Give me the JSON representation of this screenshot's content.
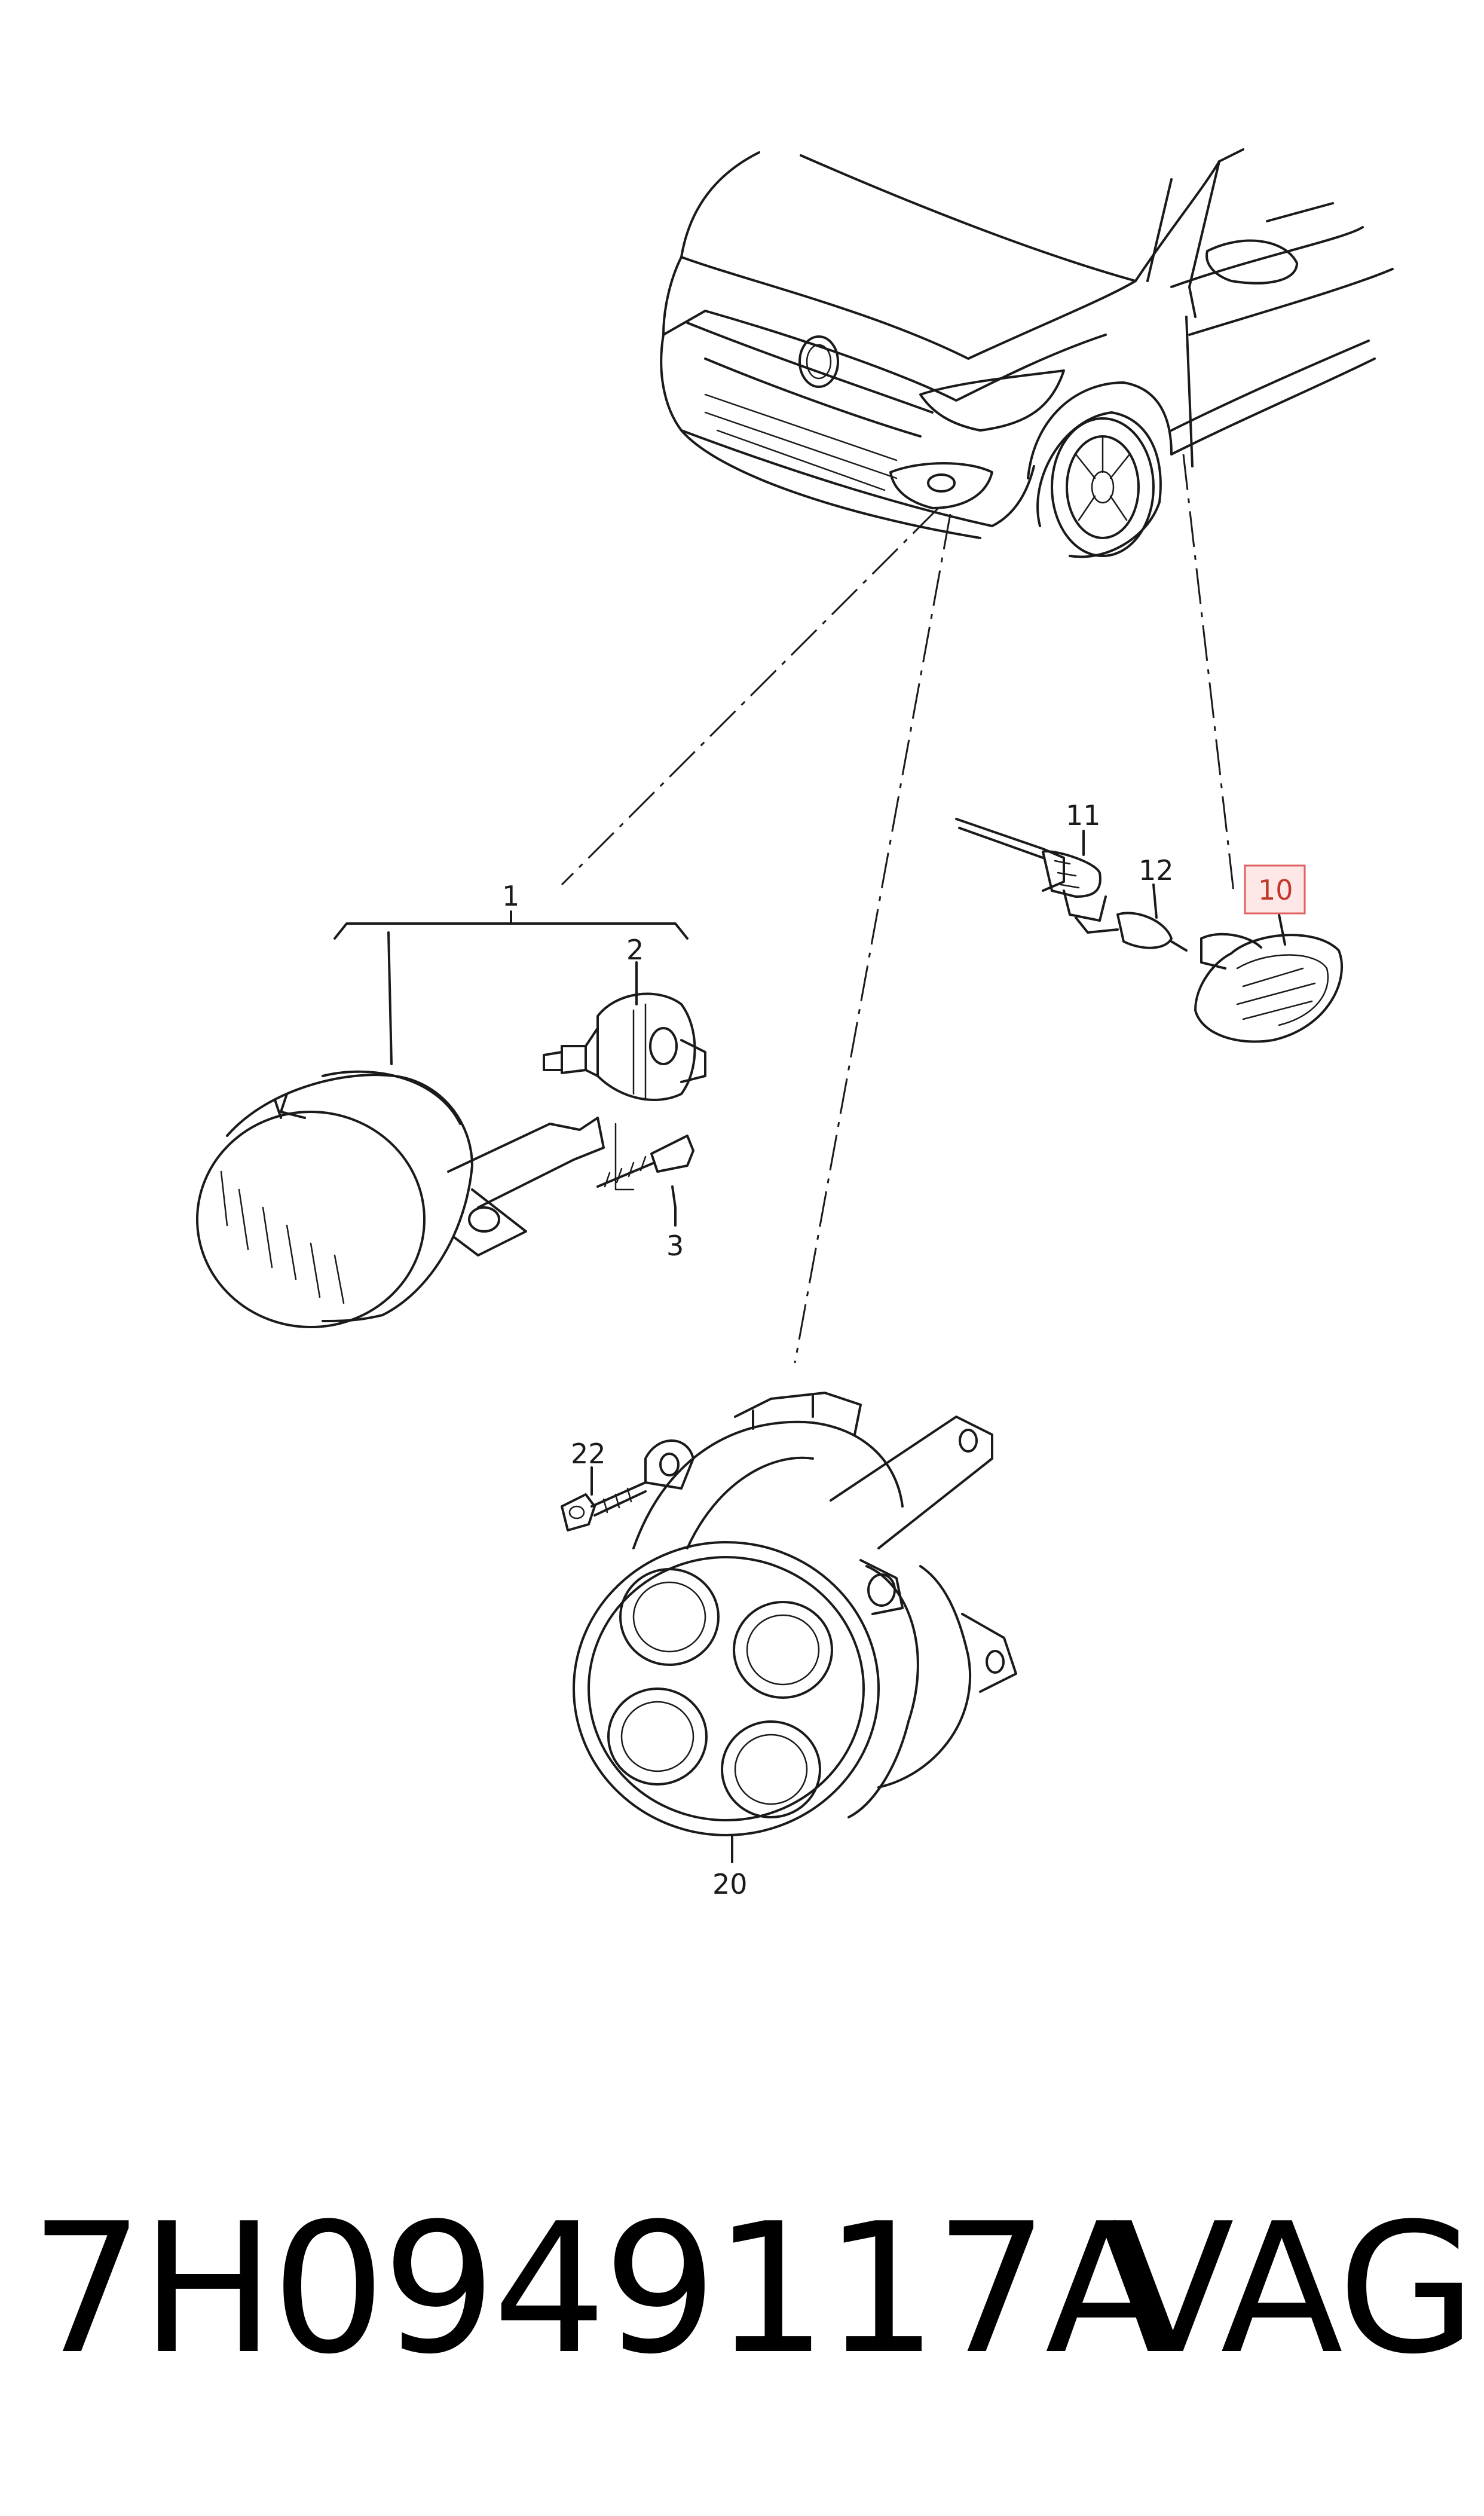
{
  "callouts": [
    {
      "id": "1",
      "label": "1"
    },
    {
      "id": "2",
      "label": "2"
    },
    {
      "id": "3",
      "label": "3"
    },
    {
      "id": "10",
      "label": "10",
      "highlighted": true
    },
    {
      "id": "11",
      "label": "11"
    },
    {
      "id": "12",
      "label": "12"
    },
    {
      "id": "20",
      "label": "20"
    },
    {
      "id": "22",
      "label": "22"
    }
  ],
  "footer": {
    "part_number": "7H0949117A",
    "brand": "VAG"
  },
  "colors": {
    "line": "#1a1a1a",
    "highlight_border": "#e06060",
    "highlight_fill": "#fde7e7",
    "highlight_text": "#c0392b"
  }
}
